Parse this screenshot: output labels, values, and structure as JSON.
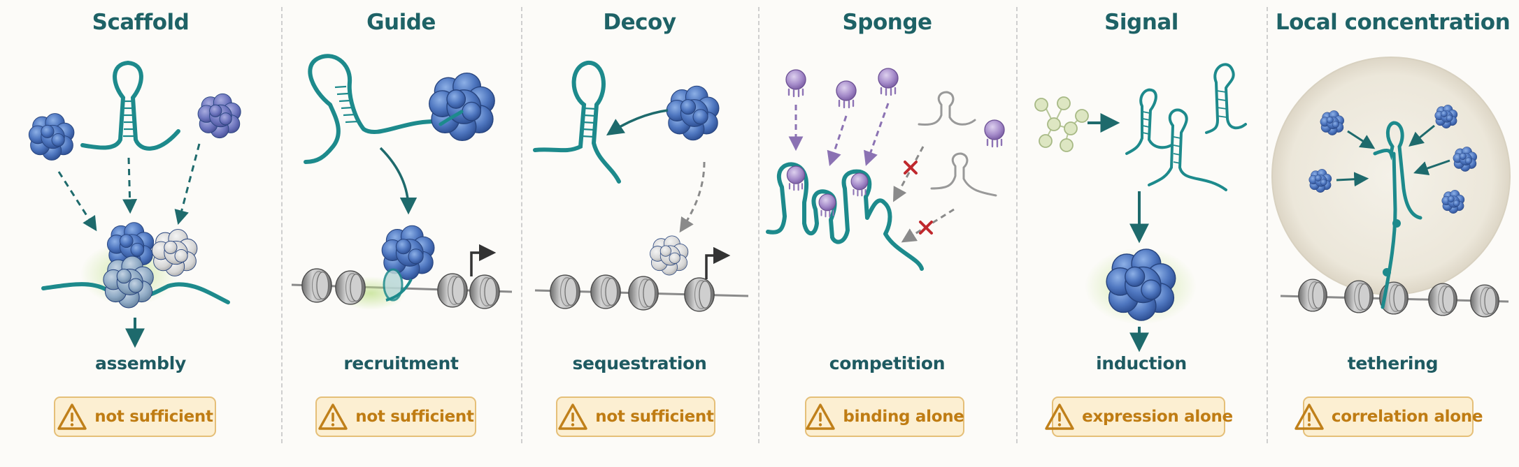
{
  "panels": [
    {
      "title": "Scaffold",
      "function": "assembly",
      "caveat": "not sufficient"
    },
    {
      "title": "Guide",
      "function": "recruitment",
      "caveat": "not sufficient"
    },
    {
      "title": "Decoy",
      "function": "sequestration",
      "caveat": "not sufficient"
    },
    {
      "title": "Sponge",
      "function": "competition",
      "caveat": "binding alone"
    },
    {
      "title": "Signal",
      "function": "induction",
      "caveat": "expression alone"
    },
    {
      "title": "Local concentration",
      "function": "tethering",
      "caveat": "correlation alone"
    }
  ],
  "colors": {
    "rna": "#1d8a8c",
    "title": "#1e6266",
    "protein": "#3d64b0",
    "mirna": "#9b82bd",
    "warning": "#c0801a",
    "inhibit": "#c0282d"
  }
}
